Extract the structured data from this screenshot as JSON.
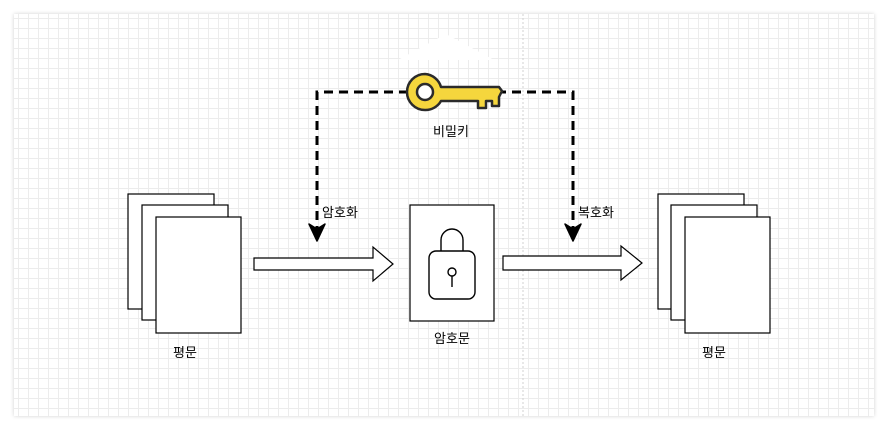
{
  "labels": {
    "secret_key": "비밀키",
    "encrypt": "암호화",
    "decrypt": "복호화",
    "ciphertext": "암호문",
    "plaintext_left": "평문",
    "plaintext_right": "평문"
  },
  "colors": {
    "key_fill": "#f5d63d",
    "key_stroke": "#2b2b2b",
    "stroke": "#000000",
    "grid": "#ececec",
    "page_divider": "#d0d0d0"
  },
  "icons": {
    "key": "key-icon",
    "lock": "padlock-icon",
    "documents": "document-stack-icon"
  }
}
